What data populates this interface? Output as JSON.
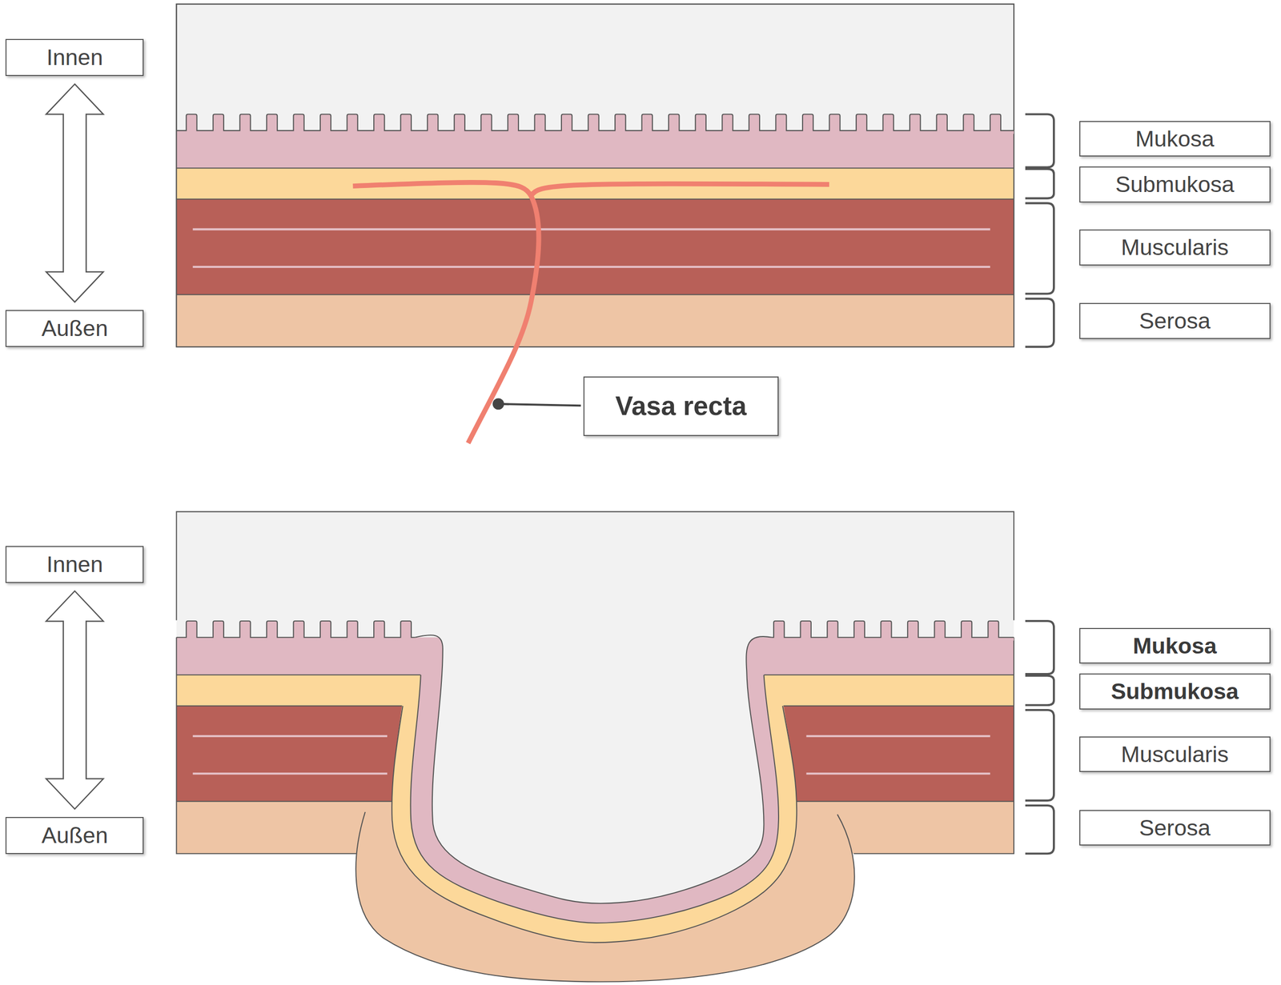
{
  "diagram": {
    "nodes": [
      {
        "text": [
          "Innen"
        ]
      },
      {
        "text": [
          "Außen"
        ]
      },
      {
        "text": [
          "Mukosa"
        ]
      },
      {
        "text": [
          "Submukosa"
        ]
      },
      {
        "text": [
          "Muscularis"
        ]
      },
      {
        "text": [
          "Serosa"
        ]
      },
      {
        "text": [
          "Vasa recta"
        ]
      },
      {
        "text": [
          "Innen"
        ]
      },
      {
        "text": [
          "Außen"
        ]
      },
      {
        "text": [
          "Mukosa"
        ]
      },
      {
        "text": [
          "Submukosa"
        ]
      },
      {
        "text": [
          "Muscularis"
        ]
      },
      {
        "text": [
          "Serosa"
        ]
      }
    ],
    "edges": [
      {
        "from": 0,
        "to": 1,
        "arrow": "both"
      },
      {
        "from": 7,
        "to": 8,
        "arrow": "both"
      }
    ]
  }
}
